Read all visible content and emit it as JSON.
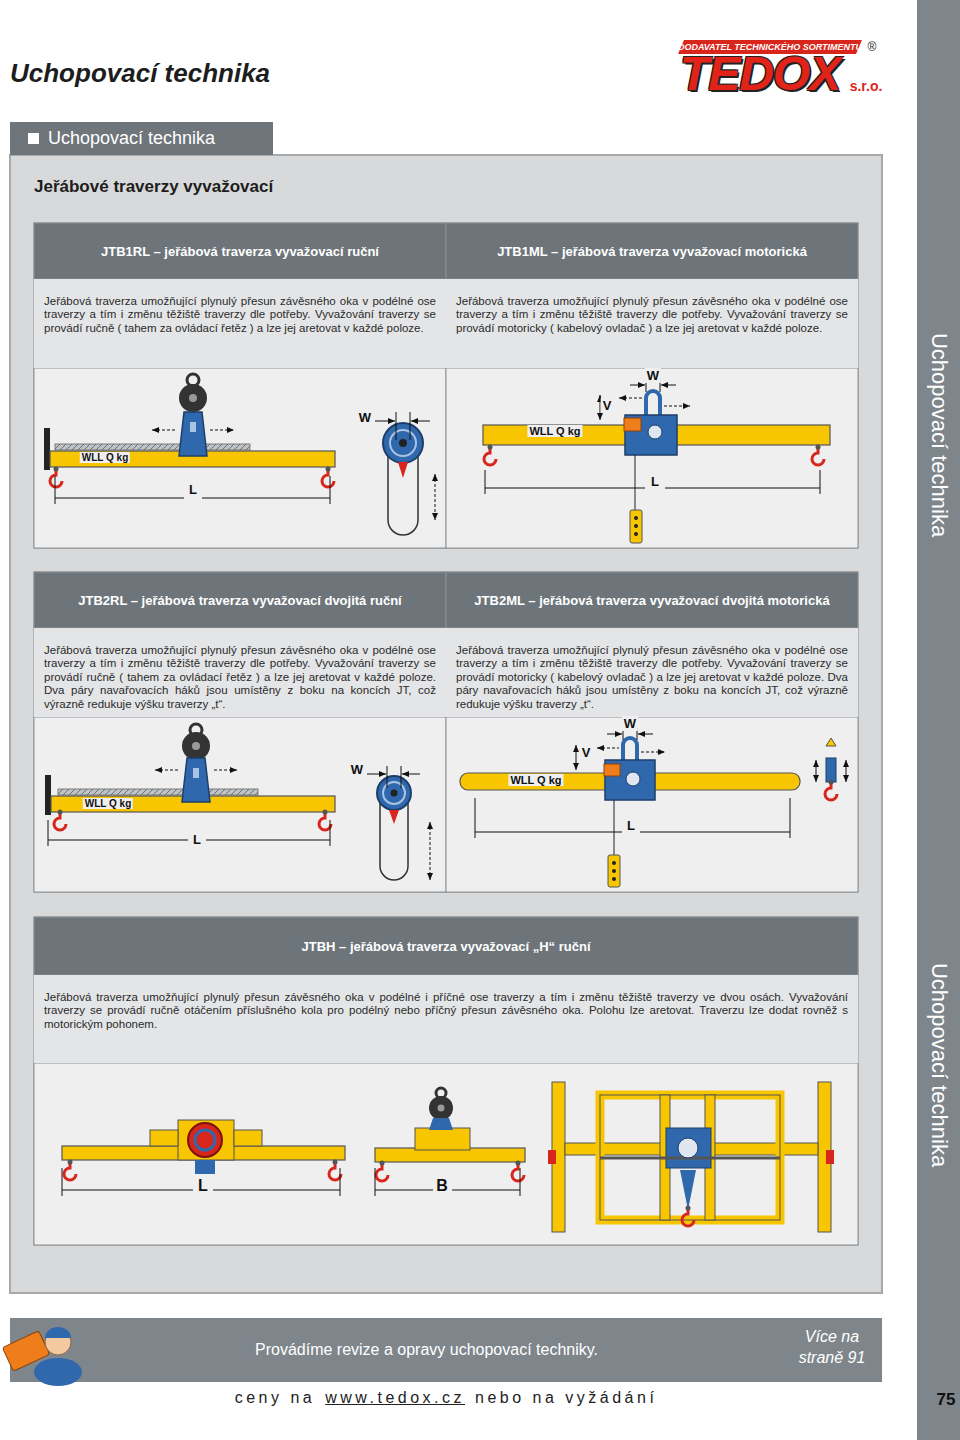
{
  "diagram": {
    "title": "Uchopovací technika",
    "nodes": [
      {
        "text": [
          "Uchopovací technika",
          "Jeřábové traverzy vyvažovací"
        ]
      },
      {
        "text": [
          "JTB1RL – jeřábová traverza vyvažovací ruční",
          "Jeřábová traverza umožňující plynulý přesun závěsného oka v podélné ose traverzy a tím i změnu těžiště traverzy dle potřeby. Vyvažování traverzy se provádí ručně ( tahem za ovládací řetěz ) a lze jej aretovat v každé poloze."
        ],
        "in": 0
      },
      {
        "text": [
          "JTB1ML – jeřábová traverza vyvažovací motorická",
          "Jeřábová traverza umožňující plynulý přesun závěsného oka v podélné ose traverzy a tím i změnu těžiště traverzy dle potřeby. Vyvažování traverzy se provádí motoricky ( kabelový ovladač ) a lze jej aretovat v každé poloze."
        ],
        "in": 0
      },
      {
        "text": [
          "JTB2RL – jeřábová traverza vyvažovací dvojitá ruční",
          "Jeřábová traverza umožňující plynulý přesun závěsného oka v podélné ose traverzy a tím i změnu těžiště traverzy dle potřeby. Vyvažování traverzy se provádí ručně ( tahem za ovládací řetěz ) a lze jej aretovat v každé poloze. Dva páry navařovacích háků jsou umístěny z boku na koncích JT, což výrazně redukuje výšku traverzy „t“."
        ],
        "in": 0
      },
      {
        "text": [
          "JTB2ML – jeřábová traverza vyvažovací dvojitá motorická",
          "Jeřábová traverza umožňující plynulý přesun závěsného oka v podélné ose traverzy a tím i změnu těžiště traverzy dle potřeby. Vyvažování traverzy se provádí motoricky ( kabelový ovladač ) a lze jej aretovat v každé poloze. Dva páry navařovacích háků jsou umístěny z boku na koncích JT, což výrazně redukuje výšku traverzy „t“."
        ],
        "in": 0
      },
      {
        "text": [
          "JTBH – jeřábová traverza vyvažovací „H“ ruční",
          "Jeřábová traverza umožňující plynulý přesun závěsného oka v podélné i příčné ose traverzy a tím i změnu těžiště traverzy ve dvou osách. Vyvažování traverzy se provádí ručně otáčením příslušného kola pro podélný nebo příčný přesun závěsného oka. Polohu lze aretovat. Traverzu lze dodat rovněž s motorickým pohonem."
        ],
        "in": 0
      },
      {
        "text": [
          "Provádíme revize a opravy uchopovací techniky.",
          "Více na straně 91"
        ]
      }
    ],
    "labels": [
      "DODAVATEL TECHNICKÉHO SORTIMENTU",
      "TEDOX",
      "s.r.o.",
      "®",
      "Uchopovací technika",
      "Uchopovací technika",
      "ceny na",
      "www.tedox.cz",
      "nebo na vyžádání",
      "75",
      "W",
      "WLL Q kg",
      "L",
      "W",
      "V",
      "WLL Q kg",
      "L",
      "W",
      "WLL Q kg",
      "L",
      "W",
      "V",
      "WLL Q kg",
      "L",
      "L",
      "B"
    ]
  }
}
